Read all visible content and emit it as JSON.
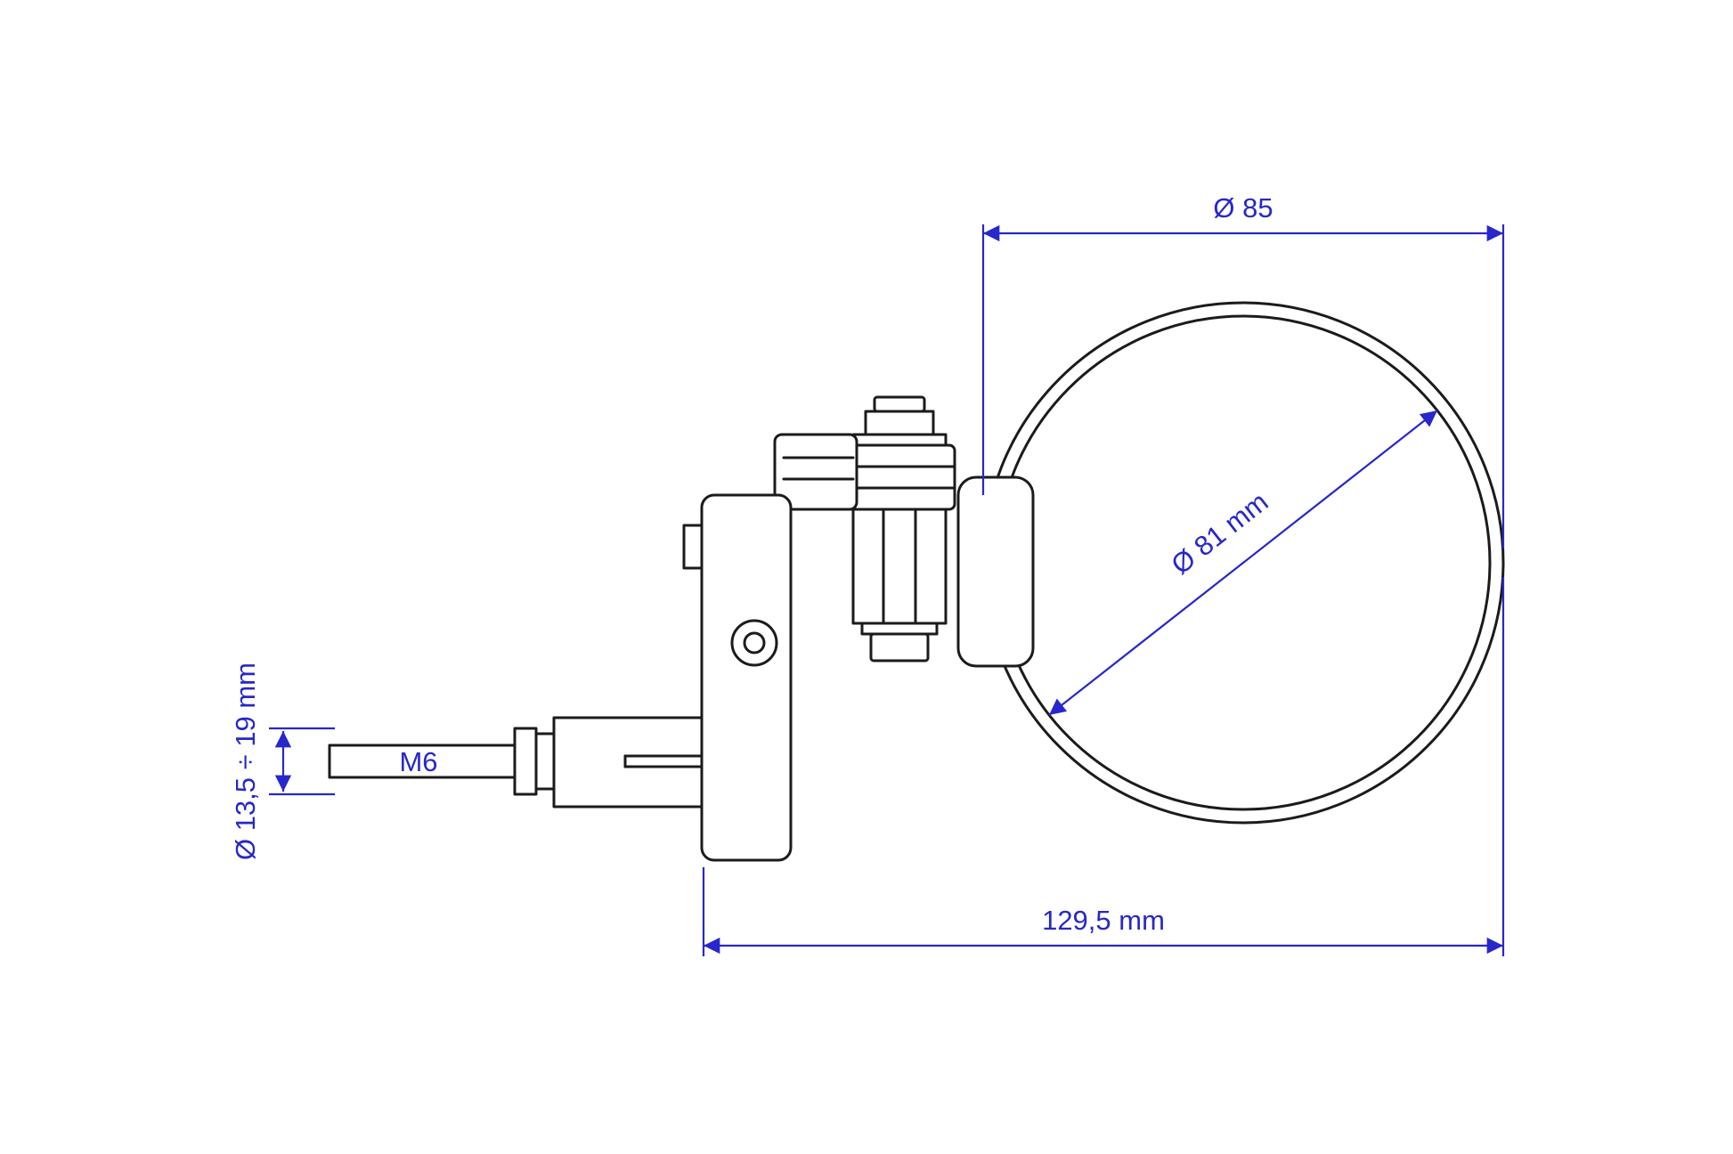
{
  "colors": {
    "outline": "#1b1b1b",
    "dimension": "#2727cc",
    "background": "#ffffff"
  },
  "dimensions": {
    "mirror_outer_diameter": "Ø 85",
    "mirror_glass_diameter": "Ø 81 mm",
    "mount_diameter_range": "Ø 13,5 ÷ 19 mm",
    "stud_thread": "M6",
    "overall_length": "129,5 mm"
  }
}
